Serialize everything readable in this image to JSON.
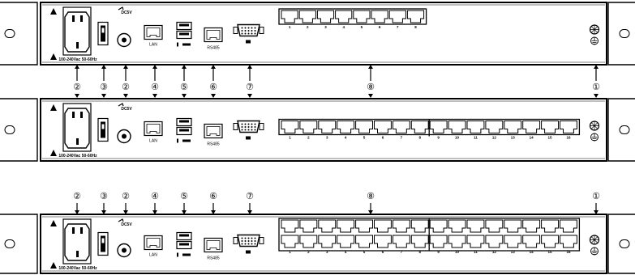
{
  "diagram": {
    "port_labels": {
      "lan": "LAN",
      "rs485": "RS485",
      "power_rating": "100-240Vac 50-60Hz",
      "dc_out": "DC5V"
    },
    "callouts": [
      {
        "id": "ground",
        "text": "①"
      },
      {
        "id": "power",
        "text": "②"
      },
      {
        "id": "switch",
        "text": "③"
      },
      {
        "id": "dc-port",
        "text": "②"
      },
      {
        "id": "lan",
        "text": "④"
      },
      {
        "id": "usb",
        "text": "⑤"
      },
      {
        "id": "rs485",
        "text": "⑥"
      },
      {
        "id": "vga",
        "text": "⑦"
      },
      {
        "id": "ports",
        "text": "⑧"
      }
    ],
    "panels": [
      {
        "name": "8-port",
        "ports": [
          "1",
          "2",
          "3",
          "4",
          "5",
          "6",
          "7",
          "8"
        ],
        "rows": 1
      },
      {
        "name": "16-port",
        "ports": [
          "1",
          "2",
          "3",
          "4",
          "5",
          "6",
          "7",
          "8",
          "9",
          "10",
          "11",
          "12",
          "13",
          "14",
          "15",
          "16"
        ],
        "rows": 1
      },
      {
        "name": "32-port",
        "ports": [
          "1",
          "2",
          "3",
          "4",
          "5",
          "6",
          "7",
          "8",
          "9",
          "10",
          "11",
          "12",
          "13",
          "14",
          "15",
          "16"
        ],
        "rows": 2
      }
    ]
  }
}
